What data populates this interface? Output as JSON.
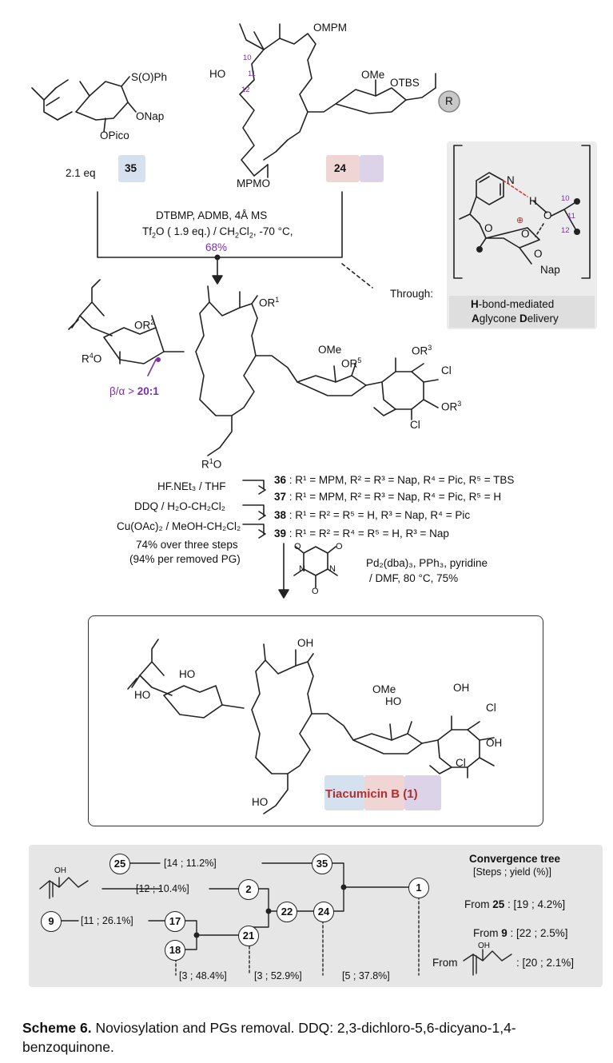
{
  "reagents": {
    "sm35_eq": "2.1 eq",
    "sm35_num": "35",
    "sm24_num": "24",
    "line1": "DTBMP, ADMB, 4Å MS",
    "line2a": "Tf",
    "line2_sub": "2",
    "line2b": "O ( 1.9 eq.) / CH",
    "line2_sub2": "2",
    "line2c": "Cl",
    "line2_sub3": "2",
    "line2d": ", -70 °C,",
    "yield": "68%"
  },
  "sm35_labels": {
    "sop": "S(O)Ph",
    "onap": "ONap",
    "opico": "OPico"
  },
  "sm24_labels": {
    "ompm": "OMPM",
    "ho": "HO",
    "n10": "10",
    "n11": "11",
    "n12": "12",
    "ome": "OMe",
    "otbs": "OTBS",
    "r": "R",
    "mpmo": "MPMO"
  },
  "hbond_panel": {
    "n_label": "N",
    "h_label": "H",
    "o1": "O",
    "o2": "O",
    "o3": "O",
    "nap": "Nap",
    "n10": "10",
    "n11": "11",
    "n12": "12",
    "through": "Through:",
    "box_line1_bold": "H",
    "box_line1_rest": "-bond-mediated",
    "box_line2_bold1": "A",
    "box_line2_rest1": "glycone ",
    "box_line2_bold2": "D",
    "box_line2_rest2": "elivery"
  },
  "intermediate": {
    "or1": "OR",
    "or1_sup": "1",
    "or2": "OR",
    "or2_sup": "2",
    "r4o": "R",
    "r4o_sup": "4",
    "r4o_rest": "O",
    "ome": "OMe",
    "or5": "OR",
    "or5_sup": "5",
    "or3a": "OR",
    "or3a_sup": "3",
    "cl1": "Cl",
    "or3b": "OR",
    "or3b_sup": "3",
    "cl2": "Cl",
    "r1o": "R",
    "r1o_sup": "1",
    "r1o_rest": "O",
    "selectivity_a": "β/α > ",
    "selectivity_b": "20:1"
  },
  "deprotection": {
    "reagent1": "HF.NEt₃ / THF",
    "reagent2": "DDQ / H₂O-CH₂Cl₂",
    "reagent3": "Cu(OAc)₂ / MeOH-CH₂Cl₂",
    "yield1": "74% over three steps",
    "yield2": "(94% per removed PG)",
    "compounds": [
      {
        "num": "36",
        "desc": " : R¹ = MPM, R² = R³ = Nap, R⁴ = Pic, R⁵ = TBS"
      },
      {
        "num": "37",
        "desc": " : R¹ = MPM, R² = R³ = Nap, R⁴ = Pic, R⁵ = H"
      },
      {
        "num": "38",
        "desc": " : R¹ = R² = R⁵ = H, R³ = Nap, R⁴ = Pic"
      },
      {
        "num": "39",
        "desc": " : R¹ = R² = R⁴ = R⁵ = H, R³ = Nap"
      }
    ],
    "final_reagent1": "Pd₂(dba)₃, PPh₃, pyridine",
    "final_reagent2": "/ DMF, 80 °C, 75%",
    "barbituric_o": "O",
    "barbituric_n": "N"
  },
  "product": {
    "oh_top": "OH",
    "ho1": "HO",
    "ho2": "HO",
    "ome": "OMe",
    "oh_sugar": "HO",
    "oh_ar": "OH",
    "cl1": "Cl",
    "oh_ar2": "OH",
    "cl2": "Cl",
    "ho_bottom": "HO",
    "name": "Tiacumicin B (1)"
  },
  "convergence": {
    "title": "Convergence tree",
    "subtitle": "[Steps ; yield (%)]",
    "node_25": "25",
    "node_35": "35",
    "node_1": "1",
    "node_2": "2",
    "node_9": "9",
    "node_17": "17",
    "node_22": "22",
    "node_24": "24",
    "node_21": "21",
    "node_18": "18",
    "label_25": "[14 ; 11.2%]",
    "label_alc": "[12 ; 10.4%]",
    "label_9": "[11 ; 26.1%]",
    "label_18": "[3 ; 48.4%]",
    "label_21": "[3 ; 52.9%]",
    "label_24": "[5 ; 37.8%]",
    "alc_oh": "OH",
    "from25_a": "From ",
    "from25_b": "25",
    "from25_c": " :  [19 ; 4.2%]",
    "from9_a": "From ",
    "from9_b": "9",
    "from9_c": " :  [22 ; 2.5%]",
    "from_alc_a": "From",
    "from_alc_oh": "OH",
    "from_alc_c": ":  [20 ; 2.1%]"
  },
  "caption": {
    "bold": "Scheme 6.",
    "rest": " Noviosylation and PGs removal. DDQ: 2,3-dichloro-5,6-dicyano-1,4-benzoquinone."
  },
  "colors": {
    "purple": "#7b2fa8",
    "puzzle_blue": "#d6e1f0",
    "puzzle_red": "#f0d5d5",
    "puzzle_violet": "#dcd3e8",
    "tiacumicin_red": "#b03030",
    "panel_gray": "#ececec"
  }
}
